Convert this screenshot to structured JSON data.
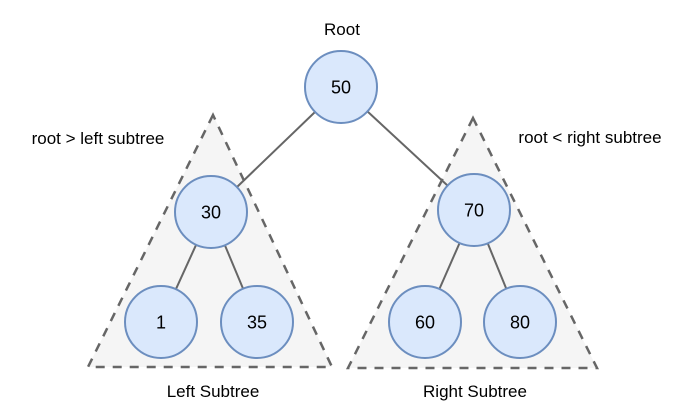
{
  "diagram": {
    "type": "binary-search-tree",
    "root_caption": "Root",
    "annotations": {
      "left": "root > left subtree",
      "right": "root < right subtree"
    },
    "regions": {
      "left_label": "Left Subtree",
      "right_label": "Right Subtree"
    },
    "nodes": {
      "root": "50",
      "left_child": "30",
      "right_child": "70",
      "left_left": "1",
      "left_right": "35",
      "right_left": "60",
      "right_right": "80"
    },
    "colors": {
      "node_fill": "#dae8fc",
      "node_stroke": "#6c8ebf",
      "region_fill": "#f5f5f5",
      "region_stroke": "#666666",
      "edge_stroke": "#666666",
      "text": "#000000",
      "background": "#ffffff"
    }
  }
}
